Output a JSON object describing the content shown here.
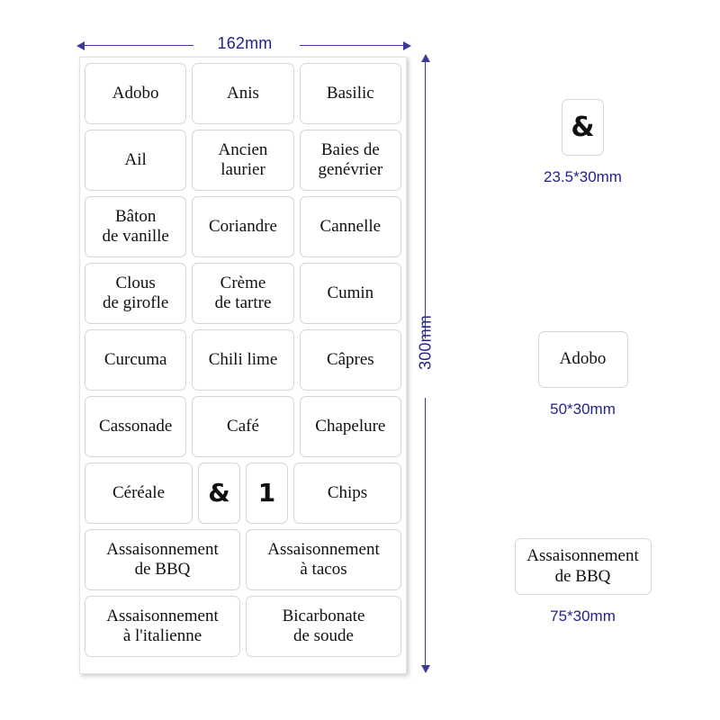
{
  "dimensions": {
    "width_label": "162mm",
    "height_label": "300mm",
    "accent_color": "#24248c",
    "arrow_color": "#3b3b96"
  },
  "sheet": {
    "rows": [
      {
        "cells": [
          {
            "text": "Adobo",
            "type": "text",
            "size": "50*30mm"
          },
          {
            "text": "Anis",
            "type": "text",
            "size": "50*30mm"
          },
          {
            "text": "Basilic",
            "type": "text",
            "size": "50*30mm"
          }
        ]
      },
      {
        "cells": [
          {
            "text": "Ail",
            "type": "text",
            "size": "50*30mm"
          },
          {
            "text": "Ancien\nlaurier",
            "type": "text",
            "size": "50*30mm"
          },
          {
            "text": "Baies de\ngenévrier",
            "type": "text",
            "size": "50*30mm"
          }
        ]
      },
      {
        "cells": [
          {
            "text": "Bâton\nde vanille",
            "type": "text",
            "size": "50*30mm"
          },
          {
            "text": "Coriandre",
            "type": "text",
            "size": "50*30mm"
          },
          {
            "text": "Cannelle",
            "type": "text",
            "size": "50*30mm"
          }
        ]
      },
      {
        "cells": [
          {
            "text": "Clous\nde girofle",
            "type": "text",
            "size": "50*30mm"
          },
          {
            "text": "Crème\nde tartre",
            "type": "text",
            "size": "50*30mm"
          },
          {
            "text": "Cumin",
            "type": "text",
            "size": "50*30mm"
          }
        ]
      },
      {
        "cells": [
          {
            "text": "Curcuma",
            "type": "text",
            "size": "50*30mm"
          },
          {
            "text": "Chili lime",
            "type": "text",
            "size": "50*30mm"
          },
          {
            "text": "Câpres",
            "type": "text",
            "size": "50*30mm"
          }
        ]
      },
      {
        "cells": [
          {
            "text": "Cassonade",
            "type": "text",
            "size": "50*30mm"
          },
          {
            "text": "Café",
            "type": "text",
            "size": "50*30mm"
          },
          {
            "text": "Chapelure",
            "type": "text",
            "size": "50*30mm"
          }
        ]
      },
      {
        "cells": [
          {
            "text": "Céréale",
            "type": "text",
            "size": "50*30mm"
          },
          {
            "text": "&",
            "type": "symbol",
            "size": "23.5*30mm"
          },
          {
            "text": "1",
            "type": "symbol",
            "size": "23.5*30mm"
          },
          {
            "text": "Chips",
            "type": "text",
            "size": "50*30mm"
          }
        ]
      },
      {
        "cells": [
          {
            "text": "Assaisonnement\nde BBQ",
            "type": "text",
            "size": "75*30mm"
          },
          {
            "text": "Assaisonnement\nà tacos",
            "type": "text",
            "size": "75*30mm"
          }
        ]
      },
      {
        "cells": [
          {
            "text": "Assaisonnement\nà l'italienne",
            "type": "text",
            "size": "75*30mm"
          },
          {
            "text": "Bicarbonate\nde soude",
            "type": "text",
            "size": "75*30mm"
          }
        ]
      }
    ]
  },
  "samples": [
    {
      "text": "&",
      "caption": "23.5*30mm",
      "type": "symbol"
    },
    {
      "text": "Adobo",
      "caption": "50*30mm",
      "type": "text"
    },
    {
      "text": "Assaisonnement\nde BBQ",
      "caption": "75*30mm",
      "type": "text"
    }
  ]
}
